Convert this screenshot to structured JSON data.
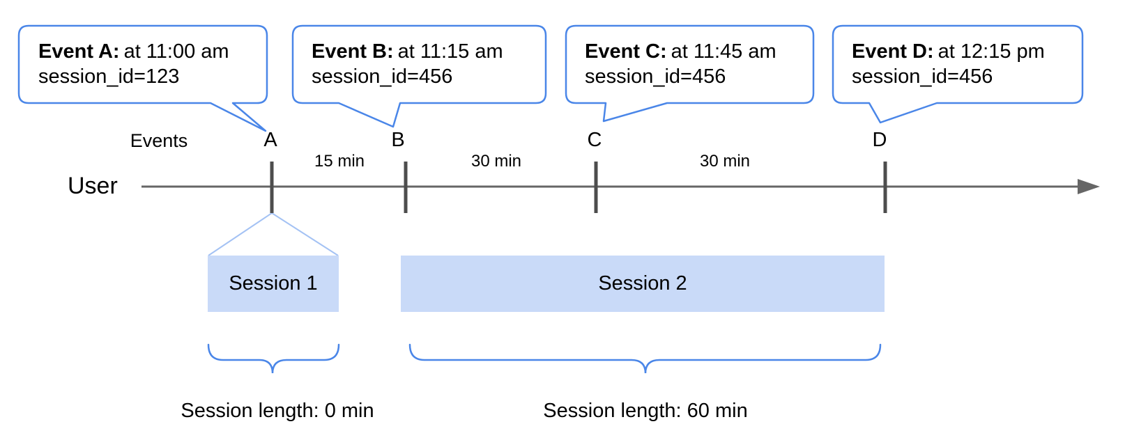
{
  "callouts": [
    {
      "label": "Event A:",
      "time": "at 11:00 am",
      "session": "session_id=123"
    },
    {
      "label": "Event B:",
      "time": "at 11:15 am",
      "session": "session_id=456"
    },
    {
      "label": "Event C:",
      "time": "at 11:45 am",
      "session": "session_id=456"
    },
    {
      "label": "Event D:",
      "time": "at 12:15 pm",
      "session": "session_id=456"
    }
  ],
  "timeline": {
    "axis_label": "User",
    "events_label": "Events",
    "event_letters": [
      "A",
      "B",
      "C",
      "D"
    ],
    "intervals": [
      "15 min",
      "30 min",
      "30 min"
    ]
  },
  "sessions": [
    {
      "label": "Session 1",
      "length": "Session length: 0 min"
    },
    {
      "label": "Session 2",
      "length": "Session length: 60 min"
    }
  ],
  "colors": {
    "bubble_border": "#4a86e8",
    "brace": "#4a86e8",
    "session_fill": "#c9daf8",
    "funnel_line": "#a4c2f4",
    "axis": "#666666",
    "tick": "#4d4d4d",
    "text": "#000000"
  }
}
